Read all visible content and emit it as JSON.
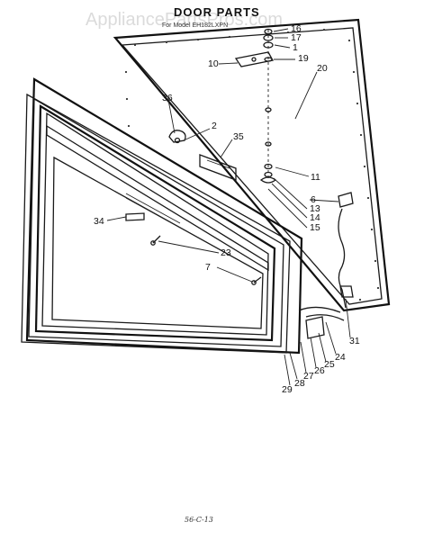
{
  "watermark": "AppliancePartsPros.com",
  "title": "DOOR PARTS",
  "subtitle": "For Model EH182LXPN",
  "footer_code": "56-C-13",
  "callouts": [
    "16",
    "17",
    "1",
    "19",
    "20",
    "10",
    "36",
    "2",
    "35",
    "11",
    "6",
    "13",
    "14",
    "15",
    "34",
    "23",
    "7",
    "31",
    "24",
    "25",
    "26",
    "27",
    "28",
    "29"
  ]
}
